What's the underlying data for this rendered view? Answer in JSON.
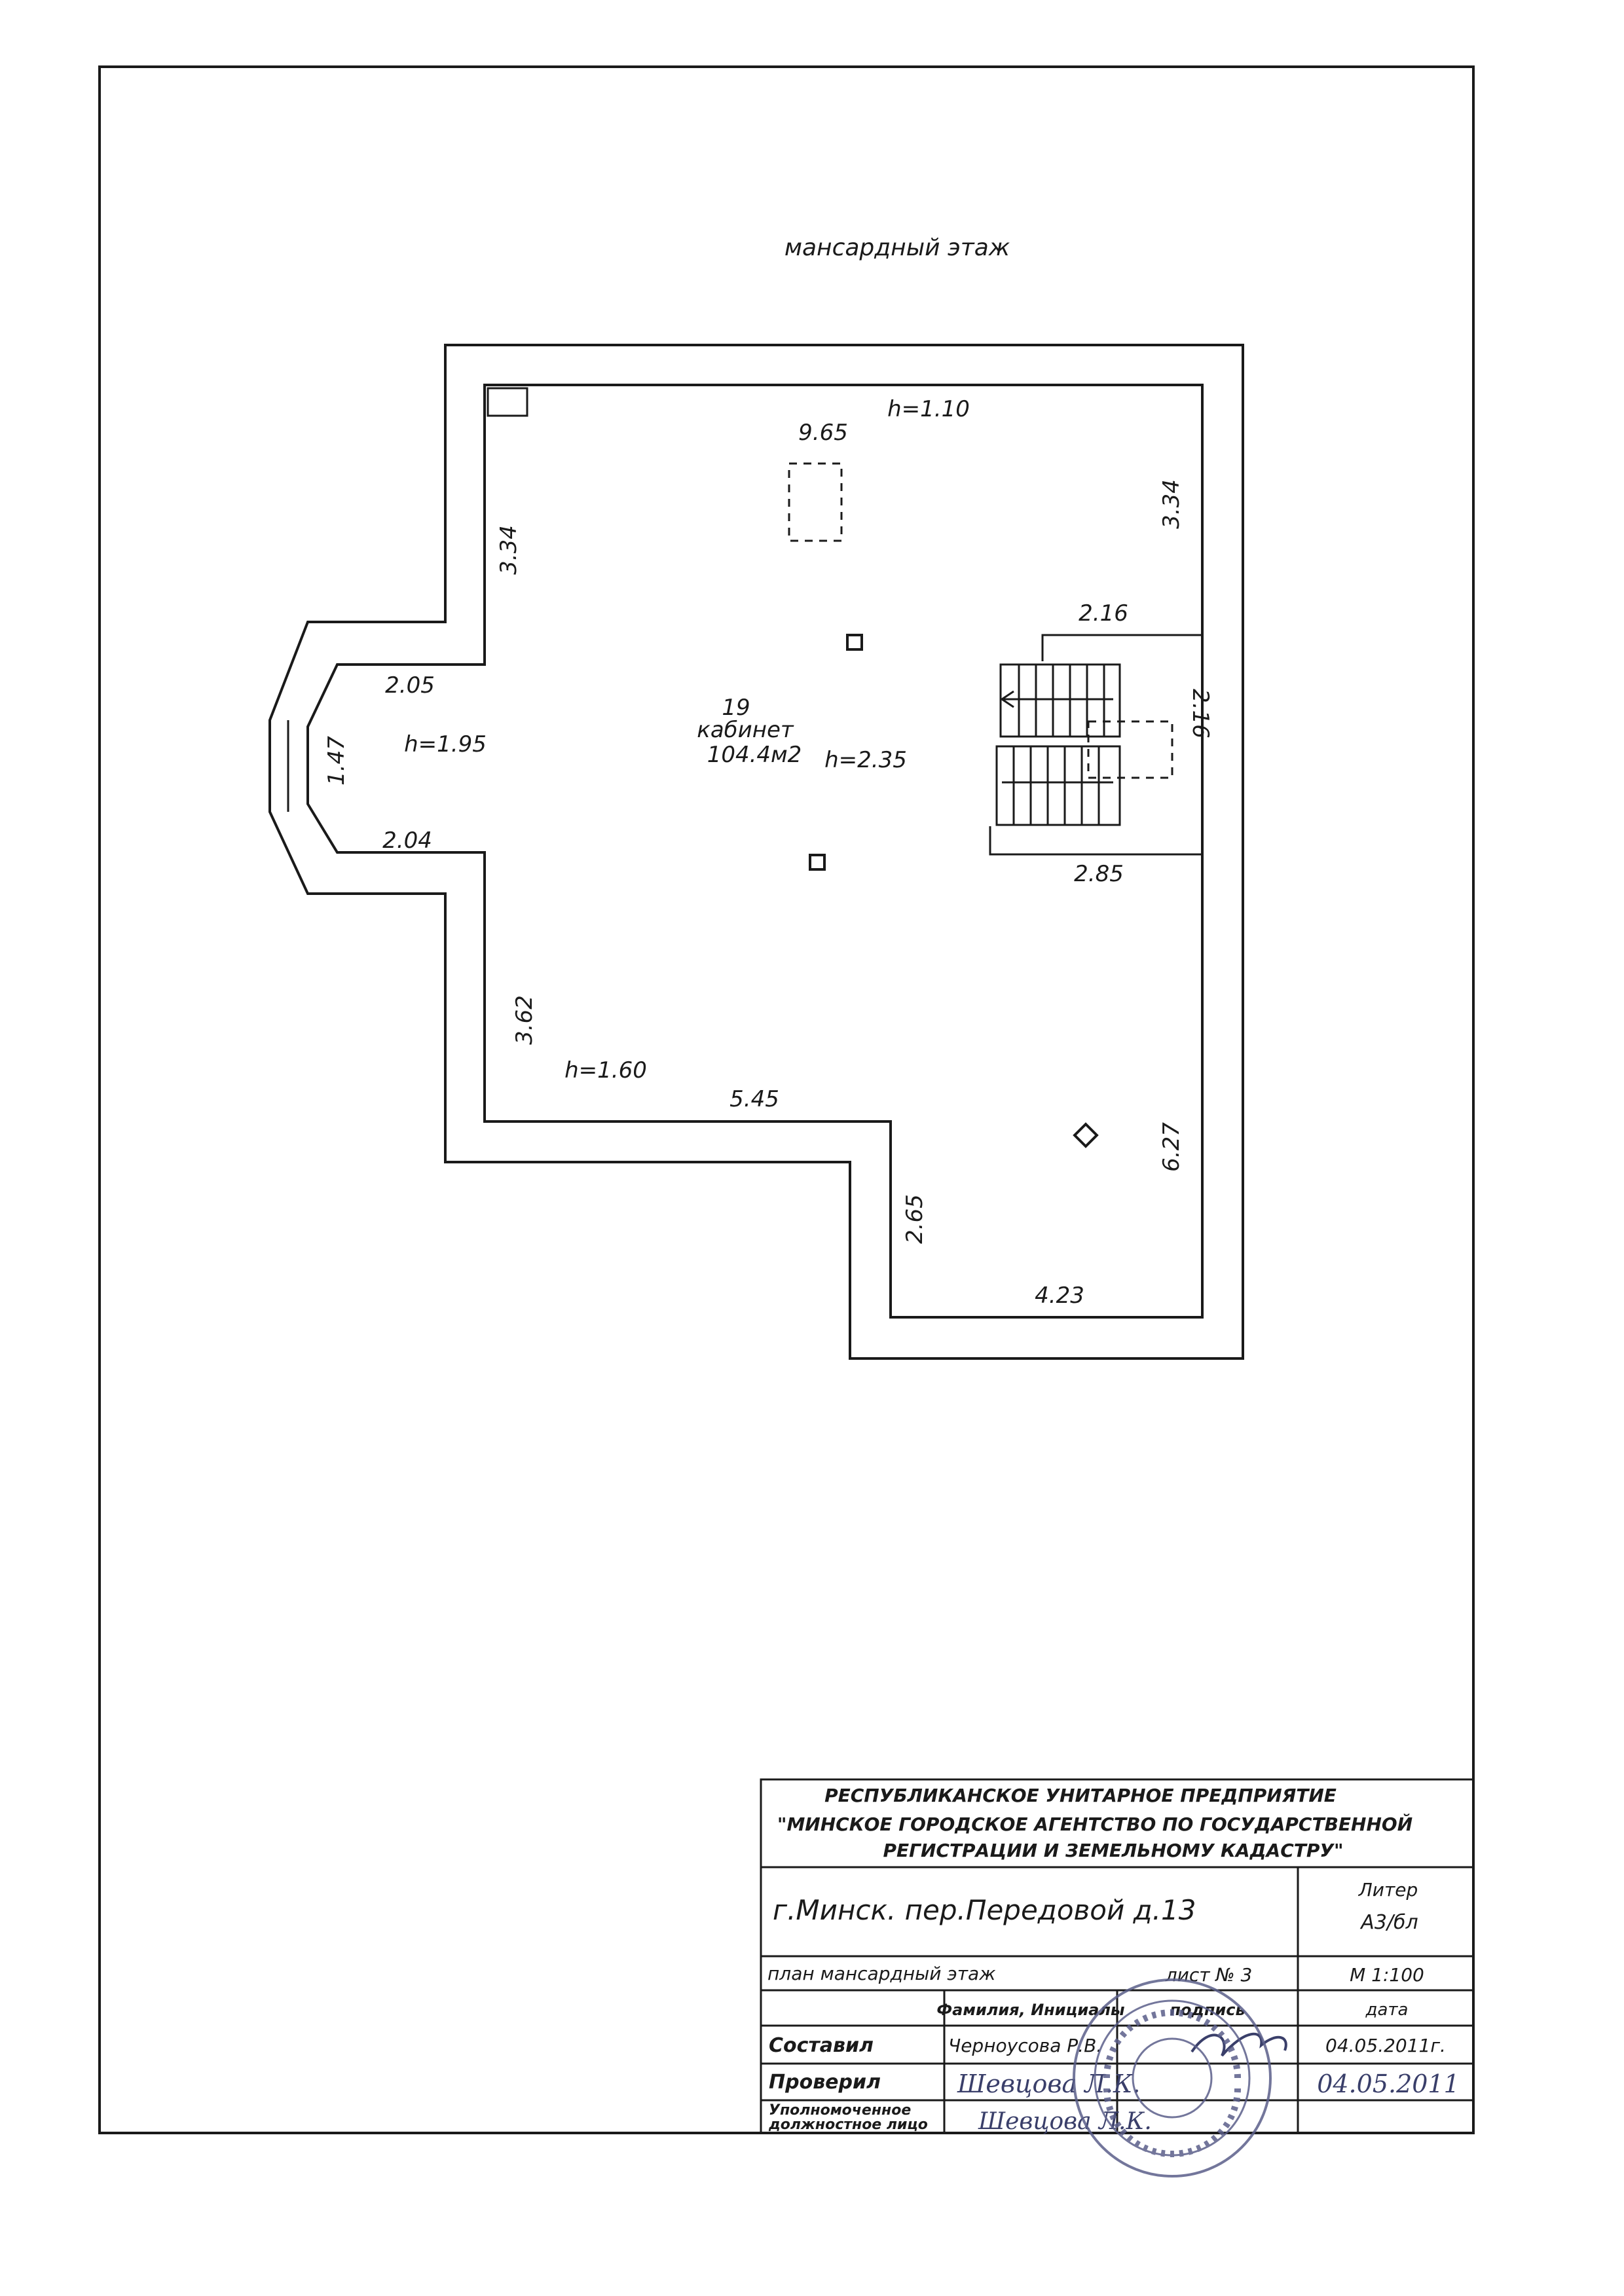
{
  "sheet": {
    "title": "мансардный этаж"
  },
  "room": {
    "number": "19",
    "name": "кабинет",
    "area": "104.4м2",
    "height": "h=2.35"
  },
  "heights": {
    "top": "h=1.10",
    "left": "h=1.95",
    "bottom": "h=1.60"
  },
  "dimensions": {
    "top_width": "9.65",
    "left_upper": "3.34",
    "right_upper": "3.34",
    "bay_upper": "2.05",
    "bay_width": "1.47",
    "bay_lower": "2.04",
    "left_lower": "3.62",
    "bottom_left": "5.45",
    "step_down": "2.65",
    "bottom_right": "4.23",
    "right_lower": "6.27",
    "stair_top": "2.16",
    "stair_side": "2.16",
    "stair_bottom": "2.85"
  },
  "title_block": {
    "org_line1": "РЕСПУБЛИКАНСКОЕ УНИТАРНОЕ ПРЕДПРИЯТИЕ",
    "org_line2": "\"МИНСКОЕ ГОРОДСКОЕ АГЕНТСТВО ПО ГОСУДАРСТВЕННОЙ",
    "org_line3": "РЕГИСТРАЦИИ И ЗЕМЕЛЬНОМУ КАДАСТРУ\"",
    "address": "г.Минск. пер.Передовой   д.13",
    "liter_label": "Литер",
    "liter_value": "А3/бл",
    "plan_label": "план  мансардный этаж",
    "sheet_label": "лист  № 3",
    "scale": "М 1:100",
    "col_name": "Фамилия, Инициалы",
    "col_sign": "подпись",
    "col_date": "дата",
    "row1_role": "Составил",
    "row1_name": "Черноусова Р.В.",
    "row1_date": "04.05.2011г.",
    "row2_role": "Проверил",
    "row2_name": "Шевцова Л.К.",
    "row2_date": "04.05.2011",
    "row3_role_line1": "Уполномоченное",
    "row3_role_line2": "должностное лицо",
    "row3_name": "Шевцова Л.К."
  },
  "colors": {
    "ink": "#1a1a1a",
    "stamp": "#5b5f8a"
  }
}
